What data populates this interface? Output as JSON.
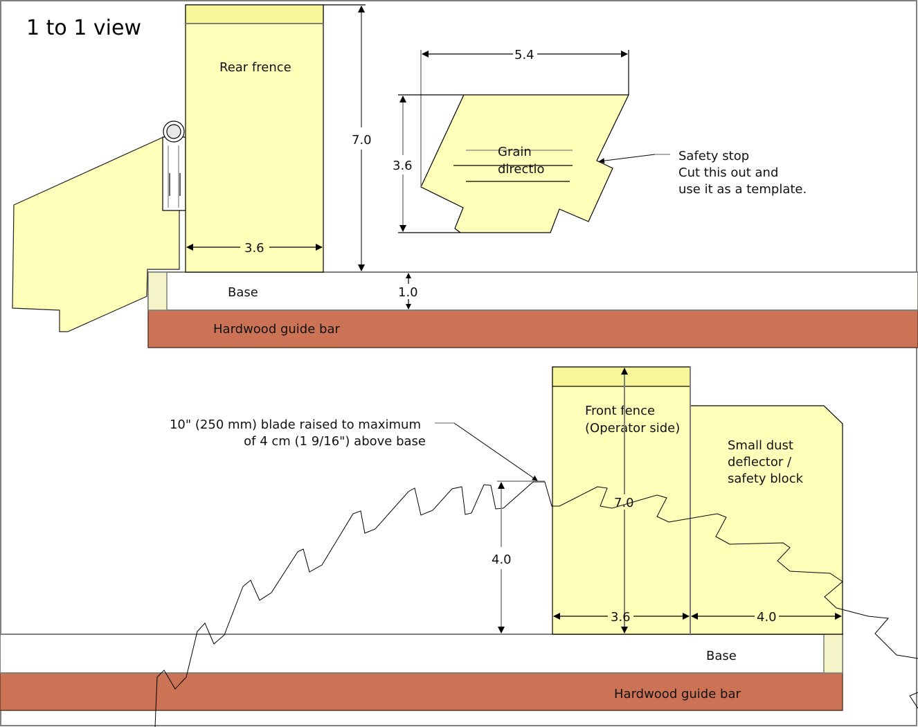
{
  "title": "1 to 1 view",
  "colors": {
    "fence_fill": "#FFFFB9",
    "fence_top_fill": "#F7F79A",
    "base_fill": "#FFFFFF",
    "base_end_fill": "#F5F4C8",
    "guide_bar_fill": "#CD7355",
    "outline": "#7F7F7A",
    "line": "#000000"
  },
  "top_view": {
    "rear_fence": {
      "label": "Rear frence",
      "height_dim": "7.0",
      "width_dim": "3.6"
    },
    "base": {
      "label": "Base",
      "thickness_dim": "1.0"
    },
    "guide_bar": {
      "label": "Hardwood guide bar"
    },
    "template": {
      "grain_label_line1": "Grain",
      "grain_label_line2": "directio",
      "width_dim": "5.4",
      "height_dim": "3.6"
    },
    "safety_stop_note": {
      "line1": "Safety stop",
      "line2": "Cut this out and",
      "line3": "use it as a template."
    }
  },
  "bottom_view": {
    "blade_note": {
      "line1": "10\" (250 mm) blade raised to maximum",
      "line2": "of 4 cm (1 9/16\") above base"
    },
    "blade_height_dim": "4.0",
    "front_fence": {
      "label_line1": "Front fence",
      "label_line2": "(Operator side)",
      "height_dim": "7.0",
      "width_dim": "3.6"
    },
    "dust_deflector": {
      "label_line1": "Small dust",
      "label_line2": "deflector /",
      "label_line3": "safety block",
      "width_dim": "4.0"
    },
    "base": {
      "label": "Base"
    },
    "guide_bar": {
      "label": "Hardwood guide bar"
    }
  }
}
